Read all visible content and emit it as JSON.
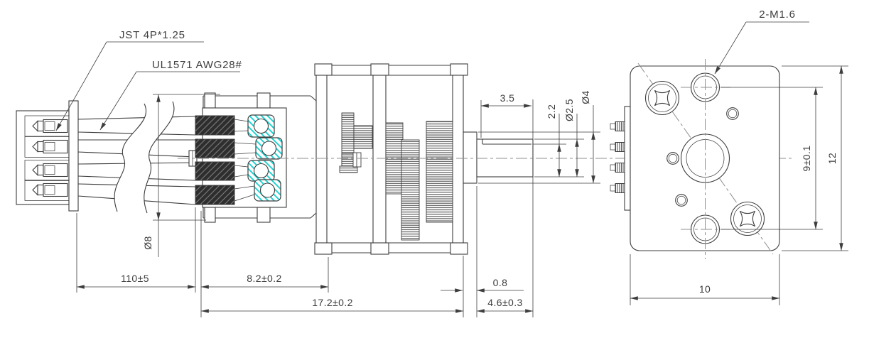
{
  "drawing": {
    "callouts": {
      "connector_type": "JST 4P*1.25",
      "wire_spec": "UL1571 AWG28#",
      "mounting_holes": "2-M1.6"
    },
    "dimensions": {
      "wire_length": "110±5",
      "gearbox_length": "8.2±0.2",
      "body_length": "17.2±0.2",
      "shaft_length": "4.6±0.3",
      "boss_length": "0.8",
      "shaft_flat_length": "3.5",
      "shaft_flat_height": "2.2",
      "shaft_diameter": "Ø2.5",
      "boss_diameter": "Ø4",
      "motor_diameter": "Ø8",
      "hole_spacing": "9±0.1",
      "face_height": "12",
      "face_width": "10"
    },
    "colors": {
      "line": "#3d3d3d",
      "centerline": "#8f8f8f",
      "terminal_hatch": "#25d2d2",
      "background": "#ffffff"
    }
  }
}
